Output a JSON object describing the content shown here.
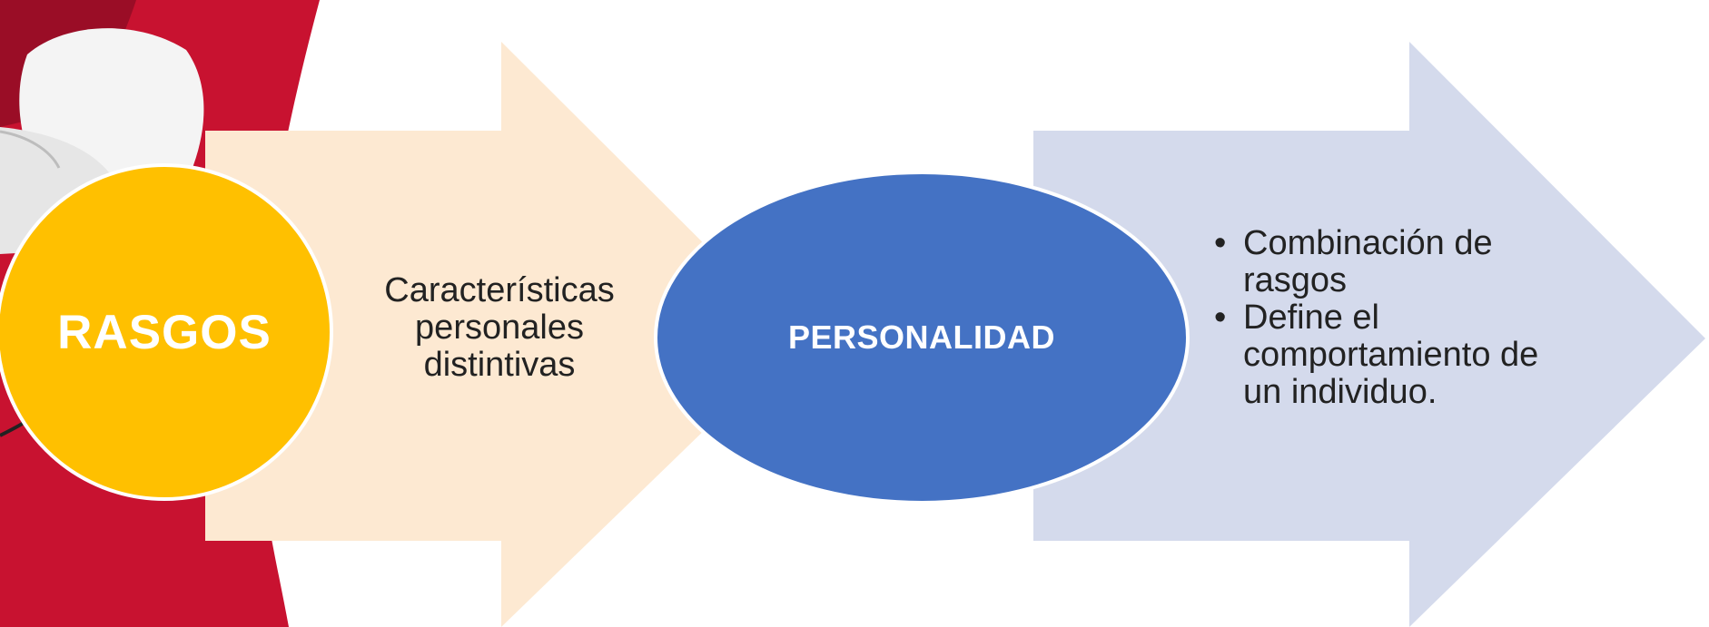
{
  "colors": {
    "circle": "#FFC000",
    "ellipse": "#4472C4",
    "arrow_left": "#FDE9D2",
    "arrow_right": "#D4DAEC",
    "photo_red": "#C81230"
  },
  "step1": {
    "label": "RASGOS",
    "arrow_lines": [
      "Características",
      "personales",
      "distintivas"
    ]
  },
  "step2": {
    "label": "PERSONALIDAD",
    "bullets": [
      "Combinación de rasgos",
      "Define el comportamiento de un individuo."
    ]
  },
  "icons": {
    "photo": "person-photo-image"
  }
}
